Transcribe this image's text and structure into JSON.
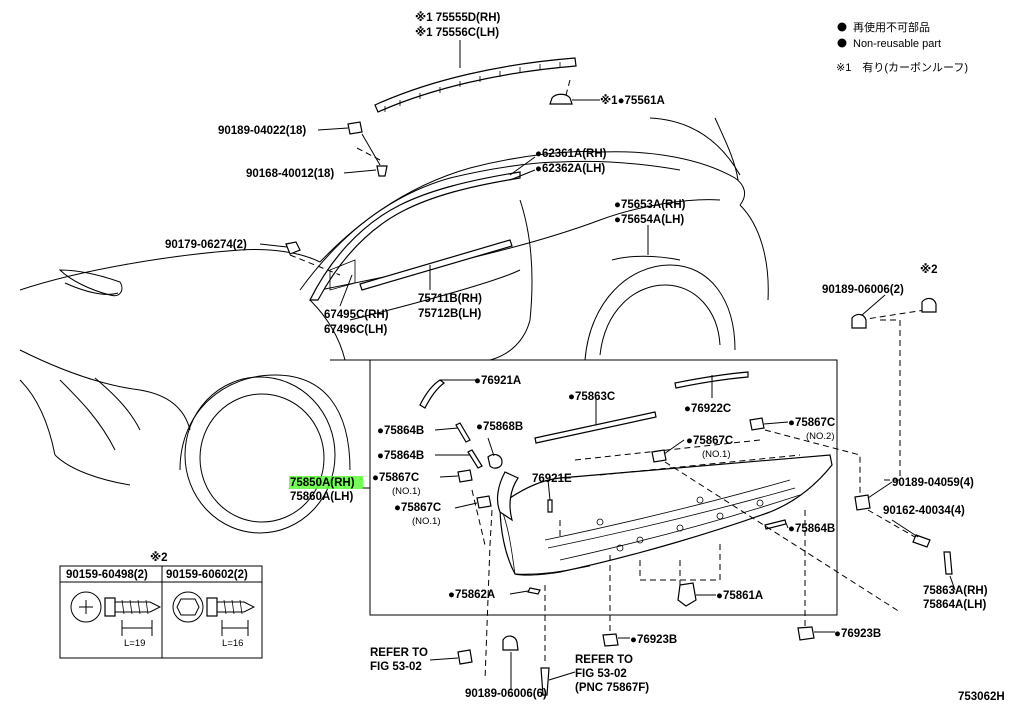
{
  "legend": {
    "non_reusable_jp": "再使用不可部品",
    "non_reusable_en": "Non-reusable part",
    "note1": "※1　有り(カーボンルーフ)"
  },
  "labels": {
    "l75555d": "※1 75555D(RH)",
    "l75556c": "※1 75556C(LH)",
    "l75561a": "※1●75561A",
    "l90189_04022": "90189-04022(18)",
    "l90168_40012": "90168-40012(18)",
    "l62361a": "●62361A(RH)",
    "l62362a": "●62362A(LH)",
    "l75653a": "●75653A(RH)",
    "l75654a": "●75654A(LH)",
    "l90179_06274": "90179-06274(2)",
    "l67495c": "67495C(RH)",
    "l67496c": "67496C(LH)",
    "l75711b": "75711B(RH)",
    "l75712b": "75712B(LH)",
    "mark2_top": "※2",
    "l90189_06006_2": "90189-06006(2)",
    "l76921a": "●76921A",
    "l75863c": "●75863C",
    "l76922c": "●76922C",
    "l75867c_no2": "●75867C",
    "no2": "(NO.2)",
    "l75864b_1": "●75864B",
    "l75868b": "●75868B",
    "l75867c_no1a": "●75867C",
    "no1a": "(NO.1)",
    "l75864b_2": "●75864B",
    "l75850a": "75850A(RH)",
    "l75860a": "75860A(LH)",
    "l75867c_no1b": "●75867C",
    "no1b": "(NO.1)",
    "l76921e": "76921E",
    "l75867c_no1c": "●75867C",
    "no1c": "(NO.1)",
    "l90189_04059": "90189-04059(4)",
    "l90162_40034": "90162-40034(4)",
    "l75864b_3": "●75864B",
    "l75863a": "75863A(RH)",
    "l75864a": "75864A(LH)",
    "l75862a": "●75862A",
    "l75861a": "●75861A",
    "l76923b_1": "●76923B",
    "l76923b_2": "●76923B",
    "refer1_a": "REFER TO",
    "refer1_b": "FIG 53-02",
    "refer2_a": "REFER TO",
    "refer2_b": "FIG 53-02",
    "refer2_c": "(PNC 75867F)",
    "l90189_06006_6": "90189-06006(6)",
    "code": "753062H"
  },
  "inset": {
    "mark": "※2",
    "col1": "90159-60498(2)",
    "col2": "90159-60602(2)",
    "len1": "L=19",
    "len2": "L=16"
  }
}
